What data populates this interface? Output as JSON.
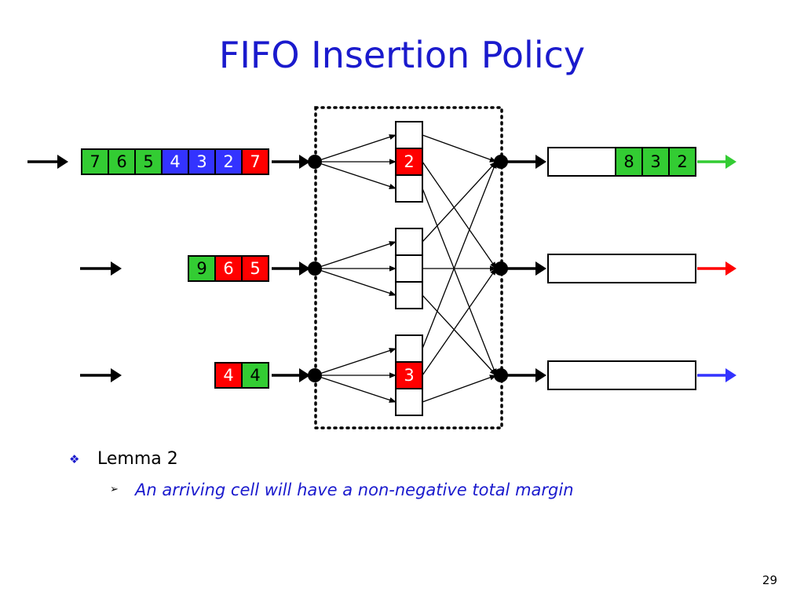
{
  "slide": {
    "title": "FIFO Insertion Policy",
    "page_number": "29"
  },
  "bullets": {
    "main_icon": "diamond-bullet-icon",
    "main_text": "Lemma 2",
    "sub_icon": "arrowhead-bullet-icon",
    "sub_text": "An arriving cell will have a non-negative total margin"
  },
  "colors": {
    "green": "#33cc33",
    "red": "#ff0000",
    "blue": "#3333ff",
    "title_blue": "#1a1acd"
  },
  "diagram": {
    "input_queues": [
      {
        "cells": [
          {
            "label": "7",
            "color": "green"
          },
          {
            "label": "6",
            "color": "green"
          },
          {
            "label": "5",
            "color": "green"
          },
          {
            "label": "4",
            "color": "blue"
          },
          {
            "label": "3",
            "color": "blue"
          },
          {
            "label": "2",
            "color": "blue"
          },
          {
            "label": "7",
            "color": "red"
          }
        ]
      },
      {
        "cells": [
          {
            "label": "9",
            "color": "green"
          },
          {
            "label": "6",
            "color": "red"
          },
          {
            "label": "5",
            "color": "red"
          }
        ]
      },
      {
        "cells": [
          {
            "label": "4",
            "color": "red"
          },
          {
            "label": "4",
            "color": "green"
          }
        ]
      }
    ],
    "middle_buffers": [
      {
        "slots": [
          {
            "label": "",
            "color": ""
          },
          {
            "label": "2",
            "color": "red"
          },
          {
            "label": "",
            "color": ""
          }
        ]
      },
      {
        "slots": [
          {
            "label": "",
            "color": ""
          },
          {
            "label": "",
            "color": ""
          },
          {
            "label": "",
            "color": ""
          }
        ]
      },
      {
        "slots": [
          {
            "label": "",
            "color": ""
          },
          {
            "label": "3",
            "color": "red"
          },
          {
            "label": "",
            "color": ""
          }
        ]
      }
    ],
    "output_queues": [
      {
        "arrow_color": "green",
        "cells": [
          {
            "label": "8",
            "color": "green"
          },
          {
            "label": "3",
            "color": "green"
          },
          {
            "label": "2",
            "color": "green"
          }
        ]
      },
      {
        "arrow_color": "red",
        "cells": []
      },
      {
        "arrow_color": "blue",
        "cells": []
      }
    ]
  }
}
